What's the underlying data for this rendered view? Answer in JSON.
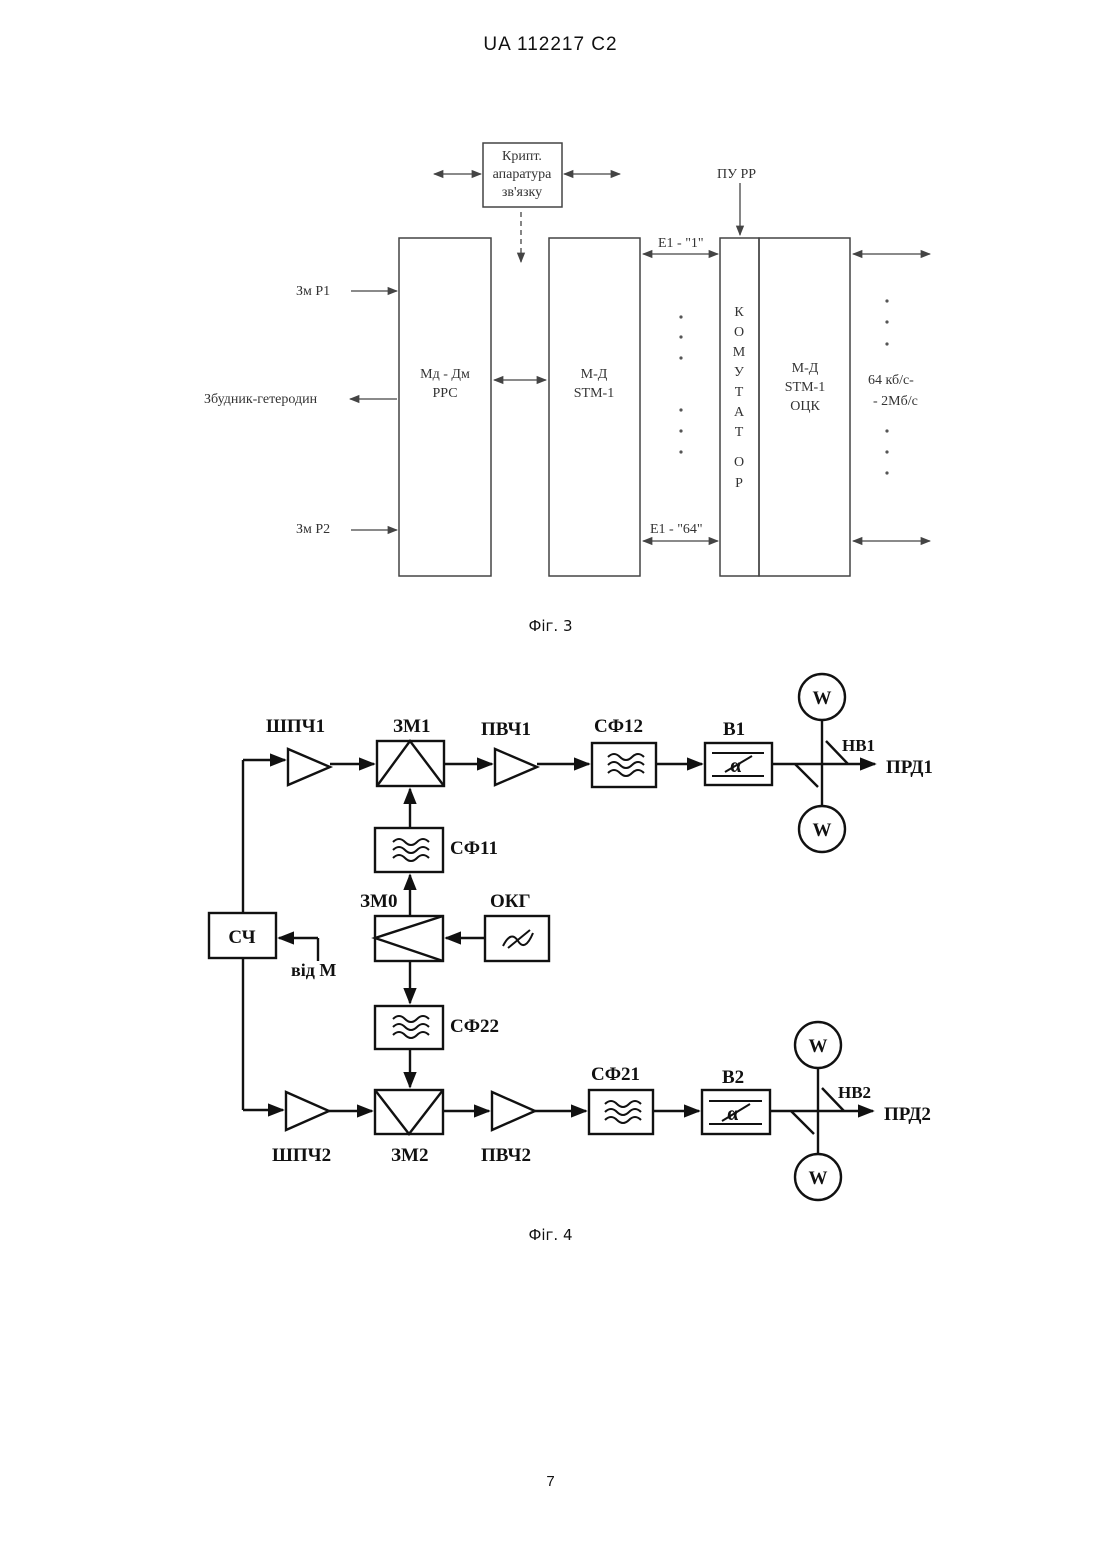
{
  "header": "UA   112217   C2",
  "page_number": "7",
  "fig3": {
    "caption": "Фіг. 3",
    "crypto": [
      "Крипт.",
      "апаратура",
      "зв'язку"
    ],
    "mddm": [
      "Мд - Дм",
      "РРС"
    ],
    "md_stm": [
      "М-Д",
      "STM-1"
    ],
    "md_stm_ock": [
      "М-Д",
      "STM-1",
      "ОЦК"
    ],
    "komutator": [
      "К",
      "О",
      "М",
      "У",
      "Т",
      "А",
      "Т",
      "О",
      "Р"
    ],
    "zmr1": "Зм Р1",
    "zmr2": "Зм Р2",
    "heterodyne": "Збудник-гетеродин",
    "pu_rr": "ПУ РР",
    "e1_1": "Е1 - \"1\"",
    "e1_64": "Е1 - \"64\"",
    "rate": [
      "64 кб/с-",
      "- 2Мб/с"
    ]
  },
  "fig4": {
    "caption": "Фіг. 4",
    "shpch1": "ШПЧ1",
    "zm1": "ЗМ1",
    "pvch1": "ПВЧ1",
    "sf12": "СФ12",
    "b1": "В1",
    "nv1": "НВ1",
    "prd1": "ПРД1",
    "sf11": "СФ11",
    "zm0": "ЗМ0",
    "okg": "ОКГ",
    "sch": "СЧ",
    "vid_m": "від М",
    "sf22": "СФ22",
    "sf21": "СФ21",
    "b2": "В2",
    "nv2": "НВ2",
    "prd2": "ПРД2",
    "shpch2": "ШПЧ2",
    "zm2": "ЗМ2",
    "pvch2": "ПВЧ2",
    "watt": "W",
    "alpha": "α"
  }
}
